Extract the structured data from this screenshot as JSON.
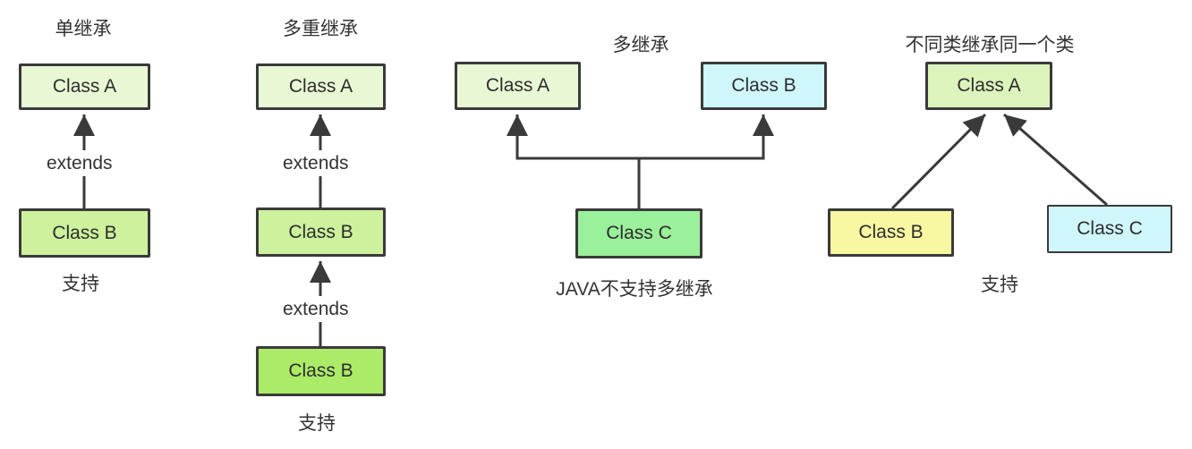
{
  "diagram": {
    "panels": [
      {
        "title": "单继承",
        "caption": "支持",
        "boxes": [
          {
            "label": "Class A",
            "fill": "#e8f8d4"
          },
          {
            "label": "Class B",
            "fill": "#cdf19d"
          }
        ],
        "edge_labels": [
          "extends"
        ]
      },
      {
        "title": "多重继承",
        "caption": "支持",
        "boxes": [
          {
            "label": "Class A",
            "fill": "#e8f8d4"
          },
          {
            "label": "Class B",
            "fill": "#cdf19d"
          },
          {
            "label": "Class B",
            "fill": "#aceb68"
          }
        ],
        "edge_labels": [
          "extends",
          "extends"
        ]
      },
      {
        "title": "多继承",
        "caption": "JAVA不支持多继承",
        "boxes": [
          {
            "label": "Class A",
            "fill": "#e8f8d4"
          },
          {
            "label": "Class B",
            "fill": "#cff6fa"
          },
          {
            "label": "Class C",
            "fill": "#9bf09b"
          }
        ],
        "edge_labels": []
      },
      {
        "title": "不同类继承同一个类",
        "caption": "支持",
        "boxes": [
          {
            "label": "Class A",
            "fill": "#dcf3bc"
          },
          {
            "label": "Class B",
            "fill": "#f9f8a2"
          },
          {
            "label": "Class C",
            "fill": "#cff6fa"
          }
        ],
        "edge_labels": []
      }
    ]
  },
  "colors": {
    "background": "#ffffff",
    "box_border": "#3a3a3a",
    "connector": "#3a3a3a",
    "text": "#333333"
  }
}
